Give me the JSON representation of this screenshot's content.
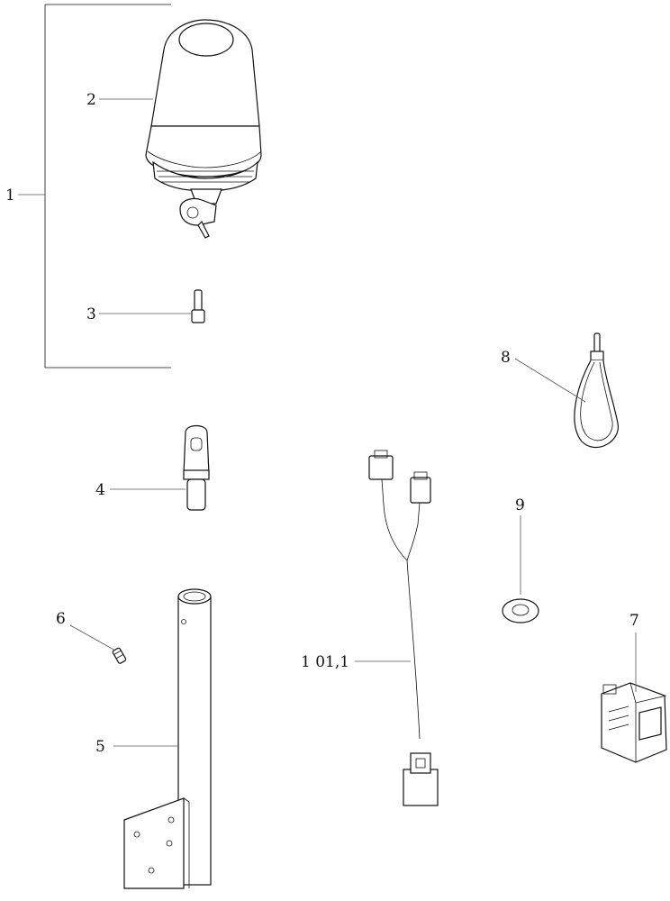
{
  "callouts": {
    "c1": "1",
    "c2": "2",
    "c3": "3",
    "c4": "4",
    "c5": "5",
    "c6": "6",
    "c7": "7",
    "c8": "8",
    "c9": "9",
    "c101": "1 01,1"
  },
  "parts": [
    {
      "id": "1",
      "name": "beacon-assembly-bracket"
    },
    {
      "id": "2",
      "name": "rotating-beacon"
    },
    {
      "id": "3",
      "name": "beacon-pin"
    },
    {
      "id": "4",
      "name": "beacon-mount-adapter"
    },
    {
      "id": "5",
      "name": "mounting-pole"
    },
    {
      "id": "6",
      "name": "set-screw"
    },
    {
      "id": "7",
      "name": "rocker-switch"
    },
    {
      "id": "8",
      "name": "cable-tie"
    },
    {
      "id": "9",
      "name": "grommet"
    },
    {
      "id": "1 01,1",
      "name": "wiring-harness"
    }
  ]
}
